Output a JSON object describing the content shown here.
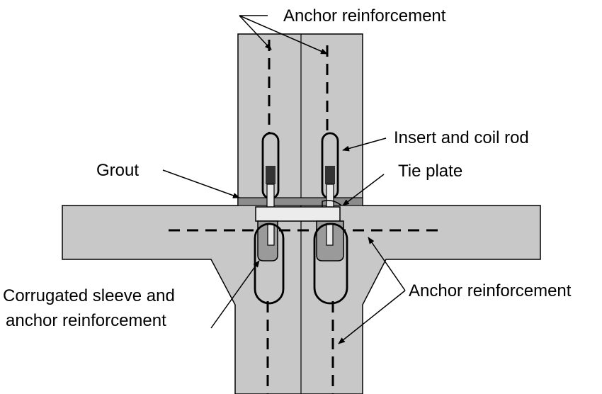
{
  "labels": {
    "anchor_top": "Anchor reinforcement",
    "insert_coil": "Insert and coil rod",
    "grout": "Grout",
    "tie_plate": "Tie plate",
    "corrugated_line1": "Corrugated sleeve and",
    "corrugated_line2": "anchor reinforcement",
    "anchor_right": "Anchor reinforcement"
  },
  "colors": {
    "concrete": "#c8c8c8",
    "grout": "#8c8c8c",
    "tie_plate": "#ececec",
    "sleeve_fill": "#9a9a9a",
    "insert_dark": "#333333",
    "line": "#000000"
  }
}
